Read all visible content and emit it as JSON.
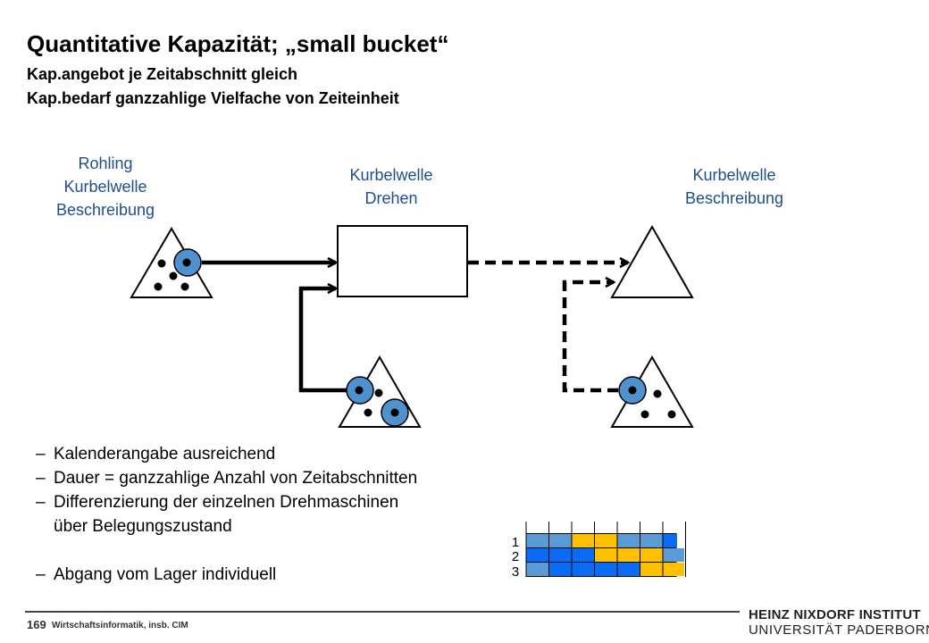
{
  "title": "Quantitative Kapazität; „small bucket“",
  "subtitle1": "Kap.angebot je Zeitabschnitt gleich",
  "subtitle2": "Kap.bedarf ganzzahlige Vielfache von Zeiteinheit",
  "labels": {
    "raw": [
      "Rohling",
      "Kurbelwelle",
      "Beschreibung"
    ],
    "process": [
      "Kurbelwelle",
      "Drehen"
    ],
    "product": [
      "Kurbelwelle",
      "Beschreibung"
    ]
  },
  "bullets": {
    "b1": "Kalenderangabe ausreichend",
    "b2": "Dauer = ganzzahlige Anzahl von Zeitabschnitten",
    "b3": "Differenzierung der einzelnen Drehmaschinen",
    "b3cont": "über Belegungszustand",
    "b4": "Abgang vom Lager individuell"
  },
  "schedule": {
    "rows": [
      "1",
      "2",
      "3"
    ],
    "grid": [
      [
        "lb",
        "lb",
        "y",
        "y",
        "lb",
        "lb",
        "b"
      ],
      [
        "b",
        "b",
        "b",
        "y",
        "y",
        "y",
        "lb"
      ],
      [
        "lb",
        "b",
        "b",
        "b",
        "b",
        "y",
        "y"
      ]
    ],
    "colors": {
      "lb": "#5b9bd5",
      "b": "#0a6cf5",
      "y": "#ffc000",
      "edge": "#1f4e8c",
      "token": "#4f91cf"
    }
  },
  "footer": {
    "page": "169",
    "note": "Wirtschaftsinformatik, insb. CIM",
    "institute": "HEINZ NIXDORF INSTITUT",
    "university": "UNIVERSITÄT PADERBORN"
  }
}
